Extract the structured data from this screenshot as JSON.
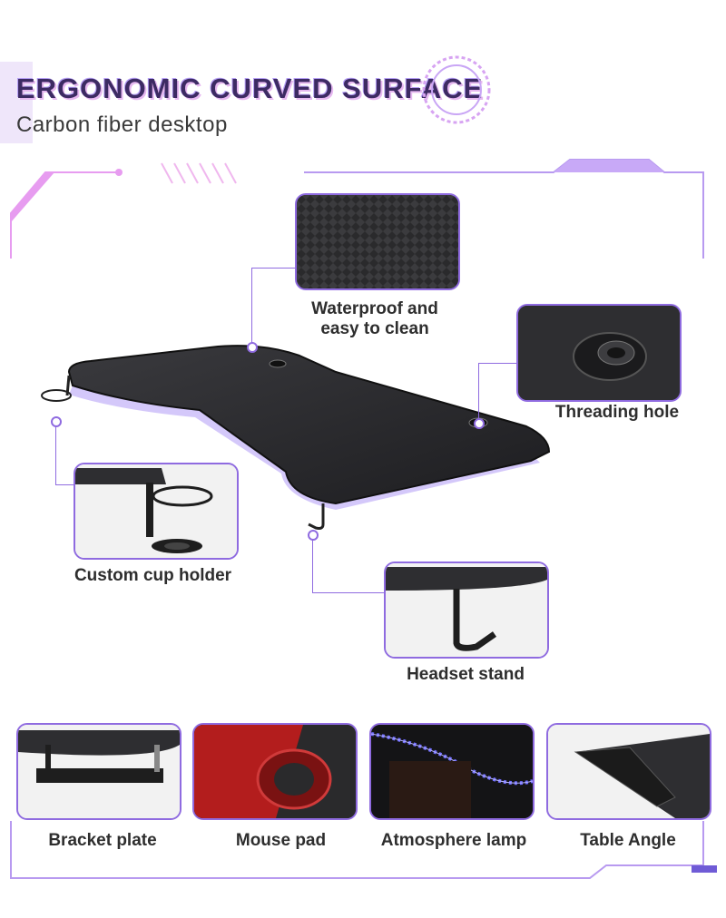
{
  "header": {
    "title": "ERGONOMIC CURVED SURFACE",
    "subtitle": "Carbon fiber desktop"
  },
  "callouts": {
    "waterproof": "Waterproof and\neasy to clean",
    "threading_hole": "Threading hole",
    "cup_holder": "Custom cup holder",
    "headset_stand": "Headset stand"
  },
  "features": [
    {
      "label": "Bracket plate"
    },
    {
      "label": "Mouse pad"
    },
    {
      "label": "Atmosphere lamp"
    },
    {
      "label": "Table Angle"
    }
  ],
  "colors": {
    "accent": "#8f6be0",
    "pink": "#e79cf0",
    "dark": "#2b2b2d"
  }
}
